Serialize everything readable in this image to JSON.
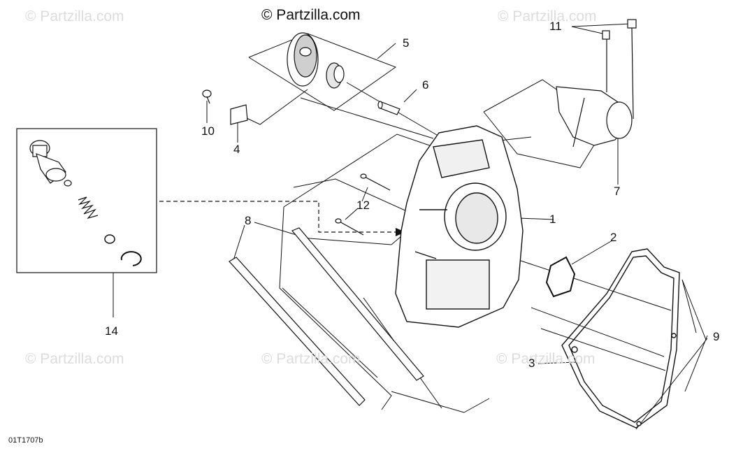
{
  "brand": "© Partzilla.com",
  "watermark": "© Partzilla.com",
  "diagram_code": "01T1707b",
  "callouts": {
    "c1": "1",
    "c2": "2",
    "c3": "3",
    "c4": "4",
    "c5": "5",
    "c6": "6",
    "c7": "7",
    "c8": "8",
    "c9": "9",
    "c10": "10",
    "c11": "11",
    "c12": "12",
    "c14": "14"
  }
}
